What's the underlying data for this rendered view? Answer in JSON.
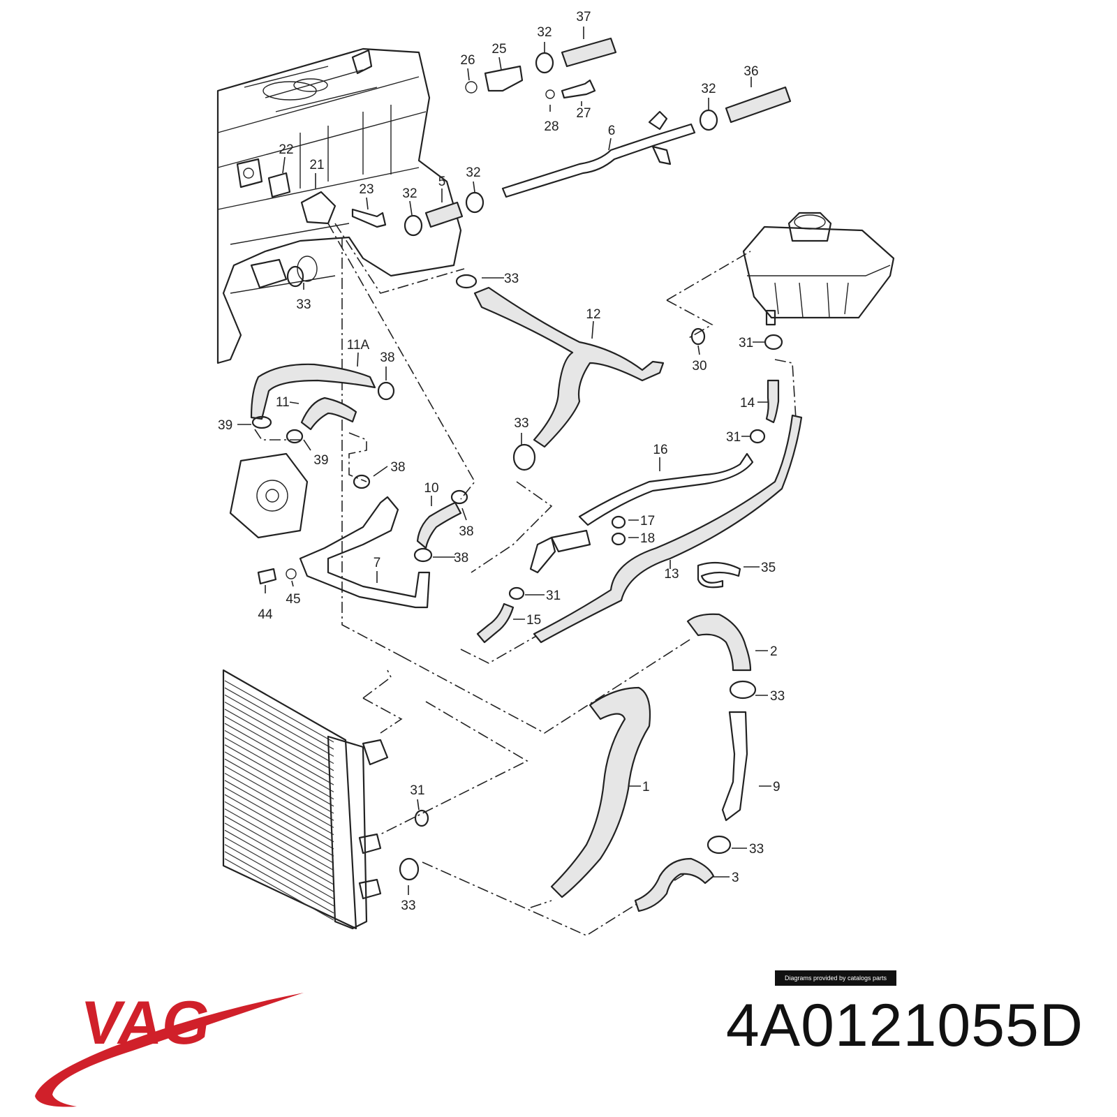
{
  "diagram": {
    "labels": {
      "l37": "37",
      "l32a": "32",
      "l26": "26",
      "l25": "25",
      "l32b": "32",
      "l36": "36",
      "l28": "28",
      "l27": "27",
      "l6": "6",
      "l22": "22",
      "l21": "21",
      "l23": "23",
      "l32c": "32",
      "l5": "5",
      "l32d": "32",
      "l33a": "33",
      "l33b": "33",
      "l12": "12",
      "l31a": "31",
      "l30": "30",
      "l11A": "11A",
      "l38a": "38",
      "l11": "11",
      "l14": "14",
      "l39a": "39",
      "l39b": "39",
      "l33c": "33",
      "l31b": "31",
      "l16": "16",
      "l38b": "38",
      "l10": "10",
      "l38c": "38",
      "l17": "17",
      "l18": "18",
      "l38d": "38",
      "l7": "7",
      "l13": "13",
      "l35": "35",
      "l44": "44",
      "l45": "45",
      "l31c": "31",
      "l15": "15",
      "l2": "2",
      "l33d": "33",
      "l1": "1",
      "l9": "9",
      "l31d": "31",
      "l33e": "33",
      "l3": "3",
      "l33f": "33"
    }
  },
  "credit": "Diagrams provided by catalogs parts",
  "brand": {
    "logo_text": "VAG",
    "logo_color": "#d0202a"
  },
  "part_number": "4A0121055D"
}
